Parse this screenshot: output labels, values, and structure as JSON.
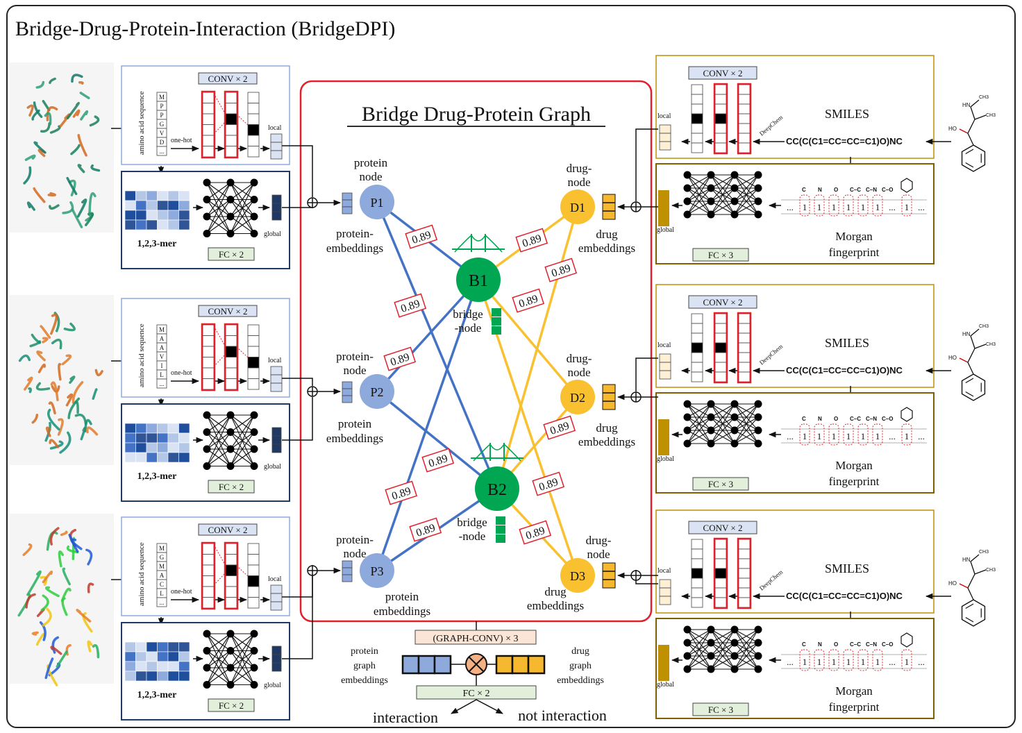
{
  "title": "Bridge-Drug-Protein-Interaction (BridgeDPI)",
  "graph_title": "Bridge Drug-Protein Graph",
  "edge_weight": "0.89",
  "colors": {
    "protein_node": "#8ea9db",
    "drug_node": "#f9c02f",
    "bridge_node": "#00a651",
    "protein_edge": "#4472c4",
    "drug_edge": "#f9c02f",
    "graph_border": "#e0212b",
    "protein_panel_border": "#1f3864",
    "drug_panel_border": "#7f6000",
    "emb_protein": "#8ea9db",
    "emb_drug": "#f5b82e"
  },
  "protein_branches": [
    {
      "node": "P1",
      "node_label": [
        "protein",
        "node"
      ],
      "emb_label": [
        "protein-",
        "embeddings"
      ],
      "sequence_caption": "amino acid sequence",
      "sequence": [
        "M",
        "P",
        "P",
        "G",
        "V",
        "D",
        "..."
      ],
      "onehot_label": "one-hot",
      "conv_label": "CONV × 2",
      "local_label": "local",
      "kmer_label": "1,2,3-mer",
      "fc_label": "FC × 2",
      "global_label": "global"
    },
    {
      "node": "P2",
      "node_label": [
        "protein-",
        "node"
      ],
      "emb_label": [
        "protein",
        "embeddings"
      ],
      "sequence_caption": "amino acid sequence",
      "sequence": [
        "M",
        "A",
        "A",
        "V",
        "I",
        "L",
        "..."
      ],
      "onehot_label": "one-hot",
      "conv_label": "CONV × 2",
      "local_label": "local",
      "kmer_label": "1,2,3-mer",
      "fc_label": "FC × 2",
      "global_label": "global"
    },
    {
      "node": "P3",
      "node_label": [
        "protein-",
        "node"
      ],
      "emb_label": [
        "protein",
        "embeddings"
      ],
      "sequence_caption": "amino acid sequence",
      "sequence": [
        "M",
        "G",
        "M",
        "A",
        "C",
        "L",
        "..."
      ],
      "onehot_label": "one-hot",
      "conv_label": "CONV × 2",
      "local_label": "local",
      "kmer_label": "1,2,3-mer",
      "fc_label": "FC × 2",
      "global_label": "global"
    }
  ],
  "drug_branches": [
    {
      "node": "D1",
      "node_label": [
        "drug-",
        "node"
      ],
      "emb_label": [
        "drug",
        "embeddings"
      ],
      "conv_label": "CONV × 2",
      "deepchem_label": "DeepChem",
      "local_label": "local",
      "smiles_title": "SMILES",
      "smiles": "CC(C(C1=CC=CC=C1)O)NC",
      "fp_title": [
        "Morgan",
        "fingerprint"
      ],
      "fp_bits": [
        "...",
        "1",
        "1",
        "1",
        "1",
        "1",
        "1",
        "...",
        "1",
        "..."
      ],
      "fp_substructures": [
        "C",
        "N",
        "O",
        "C–C",
        "C–N",
        "C–O"
      ],
      "fc_label": "FC × 3",
      "global_label": "global",
      "mol_labels": [
        "HN",
        "CH3",
        "CH3",
        "HO"
      ]
    },
    {
      "node": "D2",
      "node_label": [
        "drug-",
        "node"
      ],
      "emb_label": [
        "drug",
        "embeddings"
      ],
      "conv_label": "CONV × 2",
      "deepchem_label": "DeepChem",
      "local_label": "local",
      "smiles_title": "SMILES",
      "smiles": "CC(C(C1=CC=CC=C1)O)NC",
      "fp_title": [
        "Morgan",
        "fingerprint"
      ],
      "fp_bits": [
        "...",
        "1",
        "1",
        "1",
        "1",
        "1",
        "1",
        "...",
        "1",
        "..."
      ],
      "fp_substructures": [
        "C",
        "N",
        "O",
        "C–C",
        "C–N",
        "C–O"
      ],
      "fc_label": "FC × 3",
      "global_label": "global",
      "mol_labels": [
        "HN",
        "CH3",
        "CH3",
        "HO"
      ]
    },
    {
      "node": "D3",
      "node_label": [
        "drug-",
        "node"
      ],
      "emb_label": [
        "drug",
        "embeddings"
      ],
      "conv_label": "CONV × 2",
      "deepchem_label": "DeepChem",
      "local_label": "local",
      "smiles_title": "SMILES",
      "smiles": "CC(C(C1=CC=CC=C1)O)NC",
      "fp_title": [
        "Morgan",
        "fingerprint"
      ],
      "fp_bits": [
        "...",
        "1",
        "1",
        "1",
        "1",
        "1",
        "1",
        "...",
        "1",
        "..."
      ],
      "fp_substructures": [
        "C",
        "N",
        "O",
        "C–C",
        "C–N",
        "C–O"
      ],
      "fc_label": "FC × 3",
      "global_label": "global",
      "mol_labels": [
        "HN",
        "CH3",
        "CH3",
        "HO"
      ]
    }
  ],
  "bridges": [
    {
      "node": "B1",
      "label": [
        "bridge",
        "-node"
      ]
    },
    {
      "node": "B2",
      "label": [
        "bridge",
        "-node"
      ]
    }
  ],
  "bottom": {
    "graph_conv_label": "(GRAPH-CONV) × 3",
    "protein_graph_label": [
      "protein",
      "graph",
      "embeddings"
    ],
    "drug_graph_label": [
      "drug",
      "graph",
      "embeddings"
    ],
    "fc_label": "FC × 2",
    "out_positive": "interaction",
    "out_negative": "not interaction"
  }
}
